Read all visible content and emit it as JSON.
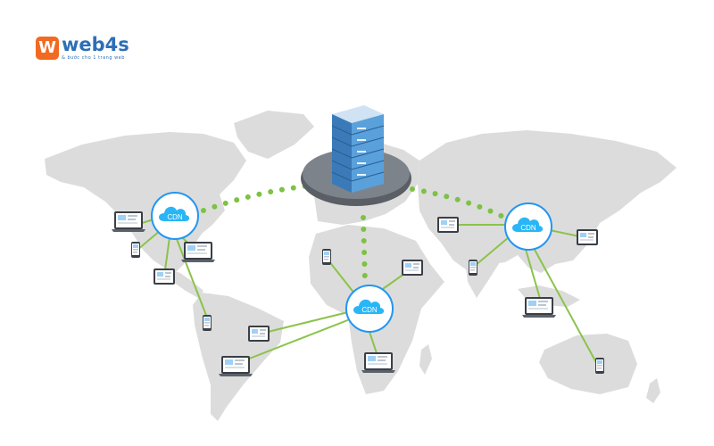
{
  "brand": {
    "name": "web4s",
    "tagline": "& bước cho 1 trang web"
  },
  "nodes": {
    "origin": "origin-server",
    "cdn_label": "CDN"
  },
  "colors": {
    "link": "#8bc34a",
    "cdn_stroke": "#2196f3",
    "cloud": "#29b6f6",
    "map": "#dcdcdc",
    "server": "#4b8ec8",
    "logo_orange": "#f26a21",
    "logo_blue": "#2d6fb6"
  }
}
